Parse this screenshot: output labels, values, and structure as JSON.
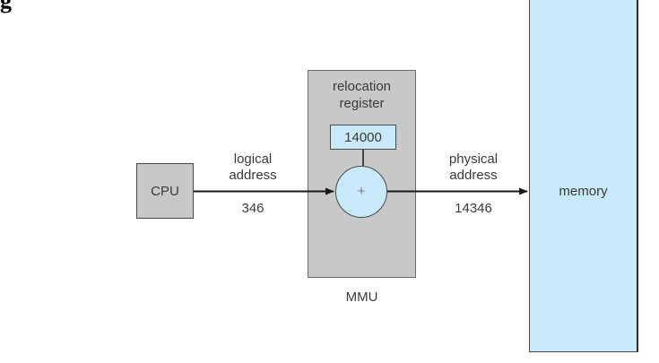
{
  "header_fragment": "g",
  "cpu": {
    "label": "CPU"
  },
  "logical_address": {
    "label_line1": "logical",
    "label_line2": "address",
    "value": "346"
  },
  "mmu": {
    "title_line1": "relocation",
    "title_line2": "register",
    "register_value": "14000",
    "adder_symbol": "+",
    "label": "MMU"
  },
  "physical_address": {
    "label_line1": "physical",
    "label_line2": "address",
    "value": "14346"
  },
  "memory": {
    "label": "memory"
  },
  "colors": {
    "box_gray": "#c8c8c8",
    "light_blue": "#c8e9fa",
    "outline": "#4a4a4a",
    "arrow": "#1a1a1a"
  }
}
